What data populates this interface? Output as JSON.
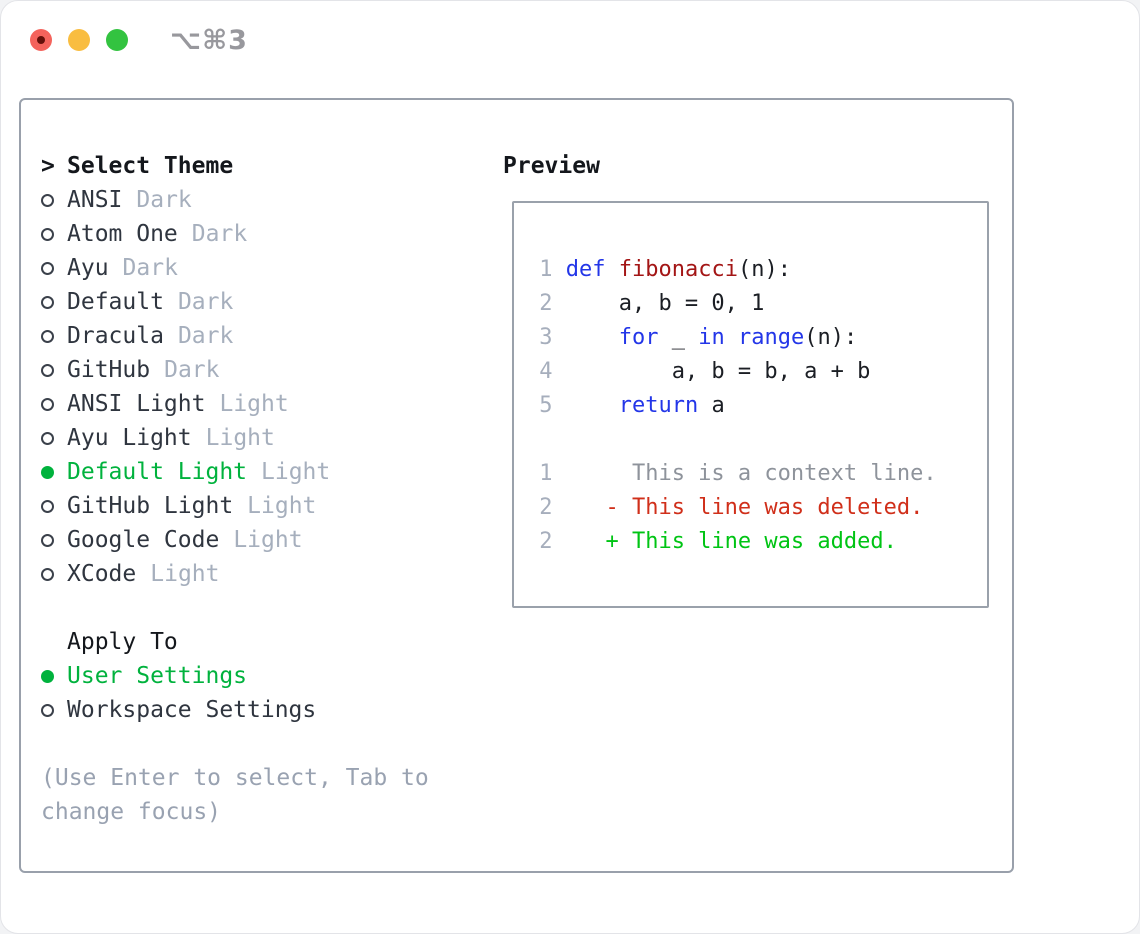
{
  "window": {
    "title": "⌥⌘3"
  },
  "colors": {
    "title_gray": "#98989d",
    "panel_border": "#99a0ab",
    "box_border": "#9aa1ab",
    "hdr_black": "#14171c",
    "name_dark": "#2f353f",
    "variant_gray": "#a6afbd",
    "circle_outline": "#3b414b",
    "green_sel": "#00b23d",
    "help_gray": "#99a2b1",
    "ln_gray": "#a6aebc",
    "kw_blue": "#2336e8",
    "fn_red": "#a31515",
    "code_black": "#1b1e24",
    "ctx_gray": "#8e939b",
    "del_red": "#d02f1a",
    "add_green": "#00c414",
    "light_red": "#f4635c",
    "light_red_dot": "#64100a",
    "light_yellow": "#f9bd40",
    "light_green": "#33c340"
  },
  "theme_panel": {
    "header": {
      "prompt": ">",
      "label": "Select Theme"
    },
    "themes": [
      {
        "name": "ANSI",
        "variant": "Dark",
        "selected": false
      },
      {
        "name": "Atom One",
        "variant": "Dark",
        "selected": false
      },
      {
        "name": "Ayu",
        "variant": "Dark",
        "selected": false
      },
      {
        "name": "Default",
        "variant": "Dark",
        "selected": false
      },
      {
        "name": "Dracula",
        "variant": "Dark",
        "selected": false
      },
      {
        "name": "GitHub",
        "variant": "Dark",
        "selected": false
      },
      {
        "name": "ANSI Light",
        "variant": "Light",
        "selected": false
      },
      {
        "name": "Ayu Light",
        "variant": "Light",
        "selected": false
      },
      {
        "name": "Default Light",
        "variant": "Light",
        "selected": true
      },
      {
        "name": "GitHub Light",
        "variant": "Light",
        "selected": false
      },
      {
        "name": "Google Code",
        "variant": "Light",
        "selected": false
      },
      {
        "name": "XCode",
        "variant": "Light",
        "selected": false
      }
    ],
    "apply_to": {
      "label": "Apply To",
      "options": [
        {
          "name": "User Settings",
          "selected": true
        },
        {
          "name": "Workspace Settings",
          "selected": false
        }
      ]
    },
    "help": [
      "(Use Enter to select, Tab to",
      "change focus)"
    ]
  },
  "preview": {
    "title": "Preview",
    "code_lines": [
      {
        "num": "1",
        "tokens": [
          {
            "c": "pl",
            "t": " "
          },
          {
            "c": "kw",
            "t": "def"
          },
          {
            "c": "pl",
            "t": " "
          },
          {
            "c": "fn",
            "t": "fibonacci"
          },
          {
            "c": "pl",
            "t": "(n):"
          }
        ]
      },
      {
        "num": "2",
        "tokens": [
          {
            "c": "pl",
            "t": "     a, b = 0, 1"
          }
        ]
      },
      {
        "num": "3",
        "tokens": [
          {
            "c": "pl",
            "t": "     "
          },
          {
            "c": "kw",
            "t": "for"
          },
          {
            "c": "pl",
            "t": " _ "
          },
          {
            "c": "kw",
            "t": "in"
          },
          {
            "c": "pl",
            "t": " "
          },
          {
            "c": "kw",
            "t": "range"
          },
          {
            "c": "pl",
            "t": "(n):"
          }
        ]
      },
      {
        "num": "4",
        "tokens": [
          {
            "c": "pl",
            "t": "         a, b = b, a + b"
          }
        ]
      },
      {
        "num": "5",
        "tokens": [
          {
            "c": "pl",
            "t": "     "
          },
          {
            "c": "kw",
            "t": "return"
          },
          {
            "c": "pl",
            "t": " a"
          }
        ]
      },
      {
        "num": "",
        "tokens": []
      },
      {
        "num": "1",
        "tokens": [
          {
            "c": "ctx",
            "t": "      This is a context line."
          }
        ]
      },
      {
        "num": "2",
        "tokens": [
          {
            "c": "del",
            "t": "    - This line was deleted."
          }
        ]
      },
      {
        "num": "2",
        "tokens": [
          {
            "c": "add",
            "t": "    + This line was added."
          }
        ]
      }
    ]
  }
}
